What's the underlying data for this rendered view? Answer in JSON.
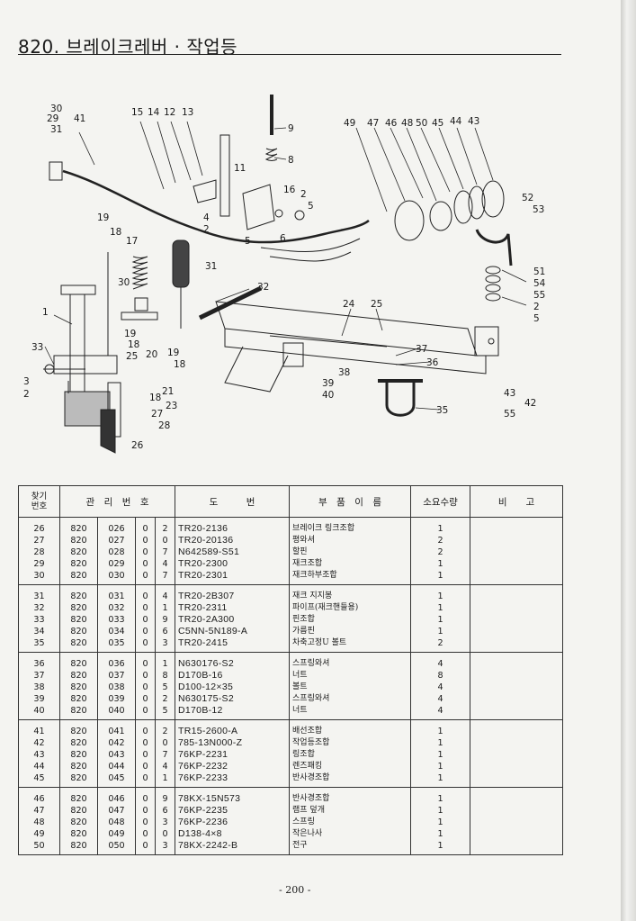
{
  "page": {
    "title": "820. 브레이크레버 · 작업등",
    "page_number": "- 200 -"
  },
  "diagram": {
    "callouts": [
      "29",
      "30",
      "31",
      "41",
      "15",
      "14",
      "12",
      "13",
      "9",
      "8",
      "11",
      "16",
      "2",
      "5",
      "4",
      "2",
      "5",
      "6",
      "19",
      "18",
      "17",
      "31",
      "30",
      "32",
      "1",
      "33",
      "3",
      "2",
      "19",
      "18",
      "25",
      "20",
      "19",
      "18",
      "21",
      "18",
      "23",
      "27",
      "28",
      "26",
      "24",
      "25",
      "37",
      "36",
      "38",
      "39",
      "40",
      "35",
      "49",
      "47",
      "46",
      "48",
      "50",
      "45",
      "44",
      "43",
      "52",
      "53",
      "51",
      "54",
      "55",
      "2",
      "5",
      "43",
      "42",
      "55"
    ]
  },
  "table": {
    "headers": {
      "no_line1": "찾기",
      "no_line2": "번호",
      "mgmt": "관　리　번　호",
      "drawing": "도　　　번",
      "part_name": "부　품　이　름",
      "qty": "소요수량",
      "remark": "비　　고"
    },
    "groups": [
      [
        {
          "no": "26",
          "a": "820",
          "b": "026",
          "c": "0",
          "d": "2",
          "code": "TR20-2136",
          "name": "브레이크 링크조합",
          "qty": "1"
        },
        {
          "no": "27",
          "a": "820",
          "b": "027",
          "c": "0",
          "d": "0",
          "code": "TR20-20136",
          "name": "평와셔",
          "qty": "2"
        },
        {
          "no": "28",
          "a": "820",
          "b": "028",
          "c": "0",
          "d": "7",
          "code": "N642589-S51",
          "name": "할핀",
          "qty": "2"
        },
        {
          "no": "29",
          "a": "820",
          "b": "029",
          "c": "0",
          "d": "4",
          "code": "TR20-2300",
          "name": "재크조합",
          "qty": "1"
        },
        {
          "no": "30",
          "a": "820",
          "b": "030",
          "c": "0",
          "d": "7",
          "code": "TR20-2301",
          "name": "재크하부조합",
          "qty": "1"
        }
      ],
      [
        {
          "no": "31",
          "a": "820",
          "b": "031",
          "c": "0",
          "d": "4",
          "code": "TR20-2B307",
          "name": "재크 지지봉",
          "qty": "1"
        },
        {
          "no": "32",
          "a": "820",
          "b": "032",
          "c": "0",
          "d": "1",
          "code": "TR20-2311",
          "name": "파이프(재크핸들용)",
          "qty": "1"
        },
        {
          "no": "33",
          "a": "820",
          "b": "033",
          "c": "0",
          "d": "9",
          "code": "TR20-2A300",
          "name": "핀조합",
          "qty": "1"
        },
        {
          "no": "34",
          "a": "820",
          "b": "034",
          "c": "0",
          "d": "6",
          "code": "C5NN-5N189-A",
          "name": "가름핀",
          "qty": "1"
        },
        {
          "no": "35",
          "a": "820",
          "b": "035",
          "c": "0",
          "d": "3",
          "code": "TR20-2415",
          "name": "차축고정U 볼트",
          "qty": "2"
        }
      ],
      [
        {
          "no": "36",
          "a": "820",
          "b": "036",
          "c": "0",
          "d": "1",
          "code": "N630176-S2",
          "name": "스프링와셔",
          "qty": "4"
        },
        {
          "no": "37",
          "a": "820",
          "b": "037",
          "c": "0",
          "d": "8",
          "code": "D170B-16",
          "name": "너트",
          "qty": "8"
        },
        {
          "no": "38",
          "a": "820",
          "b": "038",
          "c": "0",
          "d": "5",
          "code": "D100-12×35",
          "name": "볼트",
          "qty": "4"
        },
        {
          "no": "39",
          "a": "820",
          "b": "039",
          "c": "0",
          "d": "2",
          "code": "N630175-S2",
          "name": "스프링와셔",
          "qty": "4"
        },
        {
          "no": "40",
          "a": "820",
          "b": "040",
          "c": "0",
          "d": "5",
          "code": "D170B-12",
          "name": "너트",
          "qty": "4"
        }
      ],
      [
        {
          "no": "41",
          "a": "820",
          "b": "041",
          "c": "0",
          "d": "2",
          "code": "TR15-2600-A",
          "name": "배선조합",
          "qty": "1"
        },
        {
          "no": "42",
          "a": "820",
          "b": "042",
          "c": "0",
          "d": "0",
          "code": "785-13N000-Z",
          "name": "작업등조합",
          "qty": "1"
        },
        {
          "no": "43",
          "a": "820",
          "b": "043",
          "c": "0",
          "d": "7",
          "code": "76KP-2231",
          "name": "링조합",
          "qty": "1"
        },
        {
          "no": "44",
          "a": "820",
          "b": "044",
          "c": "0",
          "d": "4",
          "code": "76KP-2232",
          "name": "렌즈패킹",
          "qty": "1"
        },
        {
          "no": "45",
          "a": "820",
          "b": "045",
          "c": "0",
          "d": "1",
          "code": "76KP-2233",
          "name": "반사경조합",
          "qty": "1"
        }
      ],
      [
        {
          "no": "46",
          "a": "820",
          "b": "046",
          "c": "0",
          "d": "9",
          "code": "78KX-15N573",
          "name": "반사경조합",
          "qty": "1"
        },
        {
          "no": "47",
          "a": "820",
          "b": "047",
          "c": "0",
          "d": "6",
          "code": "76KP-2235",
          "name": "램프 덮개",
          "qty": "1"
        },
        {
          "no": "48",
          "a": "820",
          "b": "048",
          "c": "0",
          "d": "3",
          "code": "76KP-2236",
          "name": "스프링",
          "qty": "1"
        },
        {
          "no": "49",
          "a": "820",
          "b": "049",
          "c": "0",
          "d": "0",
          "code": "D138-4×8",
          "name": "작은나사",
          "qty": "1"
        },
        {
          "no": "50",
          "a": "820",
          "b": "050",
          "c": "0",
          "d": "3",
          "code": "78KX-2242-B",
          "name": "전구",
          "qty": "1"
        }
      ]
    ]
  }
}
